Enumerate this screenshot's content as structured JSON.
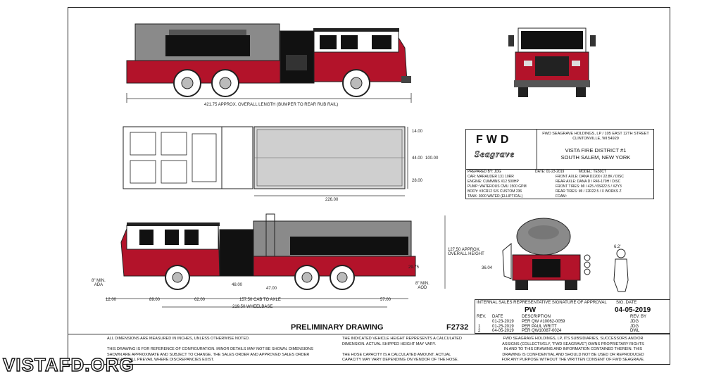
{
  "side_view": {
    "overall_length_label": "421.75 APPROX. OVERALL LENGTH (BUMPER TO REAR RUB RAIL)"
  },
  "top_view": {
    "dims": [
      "14.00",
      "44.00",
      "100.00",
      "28.00",
      "226.00"
    ]
  },
  "lower_view": {
    "dims": [
      "8\" MIN.\nADA",
      "12.00",
      "89.00",
      "62.00",
      "48.00",
      "47.00",
      "157.50 CAB TO AXLE",
      "219.50 WHEELBASE",
      "57.00",
      "29.75",
      "8\" MIN.\nAOD",
      "127.50 APPROX.\nOVERALL HEIGHT",
      "36.04"
    ],
    "hose_label": "6.2'"
  },
  "title_block": {
    "brand_top": "FWD",
    "brand_bottom": "Seagrave",
    "address": "FWD SEAGRAVE HOLDINGS, LP / 105 EAST 12TH STREET\nCLINTONVILLE, WI 54929",
    "customer_line1": "VISTA FIRE DISTRICT #1",
    "customer_line2": "SOUTH SALEM, NEW YORK",
    "prepared_by": "PREPARED BY: JDG",
    "date": "DATE: 01-23-2019",
    "model": "MODEL: TE50CT",
    "car": "CAR: MARAUDER 131 10RR",
    "engine": "ENGINE: CUMMINS X12 500HP",
    "pump": "PUMP: WATEROUS CMU 1500 GPM",
    "body": "BODY: #3CR12 S/S CUSTOM 236",
    "tank": "TANK: 3000 WATER (ELLIPTICAL)",
    "front_axle": "FRONT AXLE: DANA D2200 / 22.8K / DISC",
    "rear_axle": "REAR AXLE: DANA D / R46-170H / DISC",
    "front_tires": "FRONT TIRES: MI / 425 / 65R22.5 / XZY3",
    "rear_tires": "REAR TIRES: MI / 12R22.5 / X WORKS Z",
    "foam": "FOAM:"
  },
  "approval": {
    "header": "INTERNAL SALES REPRESENTATIVE SIGNATURE OF APPROVAL",
    "sig_date_label": "SIG. DATE",
    "signature": "PW",
    "sig_date": "04-05-2019",
    "rev_headers": [
      "REV.",
      "DATE",
      "DESCRIPTION",
      "REV. BY"
    ],
    "revisions": [
      [
        "",
        "01-23-2019",
        "PER QW #10062-0059",
        "JDG"
      ],
      [
        "1",
        "01-25-2019",
        "PER PAUL WRITT",
        "JDG"
      ],
      [
        "2",
        "04-05-2019",
        "PER QW10087-0024",
        "DWL"
      ]
    ]
  },
  "labels": {
    "preliminary": "PRELIMINARY DRAWING",
    "drawing_number": "F2732",
    "note_left": "ALL DIMENSIONS ARE MEASURED IN INCHES, UNLESS OTHERWISE NOTED.\n\nTHIS DRAWING IS FOR REFERENCE OF CONFIGURATION. MINOR DETAILS MAY NOT BE SHOWN. DIMENSIONS\nSHOWN ARE APPROXIMATE AND SUBJECT TO CHANGE. THE SALES ORDER AND APPROVED SALES ORDER\nCHANGES WILL PREVAIL WHERE DISCREPANCIES EXIST.",
    "note_mid": "THE INDICATED VEHICLE HEIGHT REPRESENTS A CALCULATED\nDIMENSION. ACTUAL SHIPPED HEIGHT MAY VARY.\n\nTHE HOSE CAPACITY IS A CALCULATED AMOUNT. ACTUAL\nCAPACITY MAY VARY DEPENDING ON VENDOR OF THE HOSE.",
    "note_right": "FWD SEAGRAVE HOLDINGS, LP, ITS SUBSIDIARIES, SUCCESSORS AND/OR\nASSIGNS (COLLECTIVELY, \"FWD SEAGRAVE\") OWNS PROPRIETARY RIGHTS\nIN AND TO THIS DRAWING AND INFORMATION CONTAINED THEREIN. THIS\nDRAWING IS CONFIDENTIAL AND SHOULD NOT BE USED OR REPRODUCED\nFOR ANY PURPOSE WITHOUT THE WRITTEN CONSENT OF FWD SEAGRAVE.",
    "watermark": "VISTAFD.ORG"
  },
  "colors": {
    "red": "#b3132a",
    "gray": "#8a8a8a",
    "black": "#111111"
  }
}
